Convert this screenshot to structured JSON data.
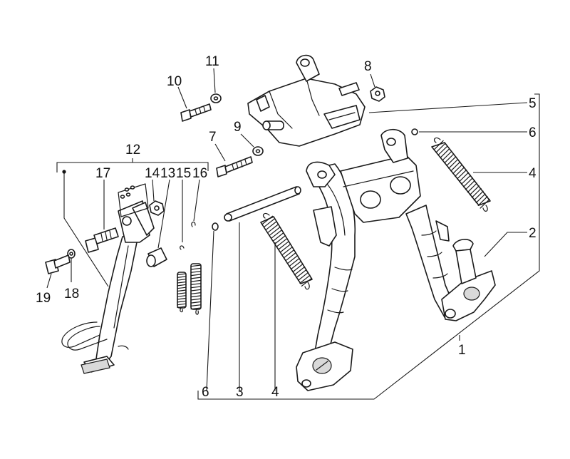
{
  "callouts": {
    "c1": "1",
    "c2": "2",
    "c3": "3",
    "c4a": "4",
    "c4b": "4",
    "c5": "5",
    "c6a": "6",
    "c6b": "6",
    "c7": "7",
    "c8": "8",
    "c9": "9",
    "c10": "10",
    "c11": "11",
    "c12": "12",
    "c13": "13",
    "c14": "14",
    "c15": "15",
    "c16": "16",
    "c17": "17",
    "c18": "18",
    "c19": "19"
  }
}
